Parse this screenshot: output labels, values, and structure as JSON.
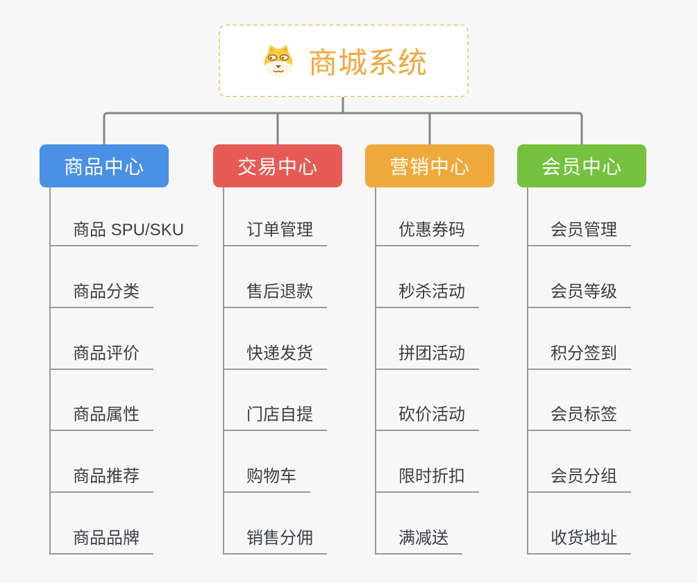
{
  "root": {
    "title": "商城系统",
    "title_color": "#F0A83E",
    "border_color": "#F3CD8D",
    "icon": "dog-face-icon"
  },
  "branches": [
    {
      "label": "商品中心",
      "color": "#4A90E4",
      "children": [
        "商品 SPU/SKU",
        "商品分类",
        "商品评价",
        "商品属性",
        "商品推荐",
        "商品品牌"
      ]
    },
    {
      "label": "交易中心",
      "color": "#E65B55",
      "children": [
        "订单管理",
        "售后退款",
        "快递发货",
        "门店自提",
        "购物车",
        "销售分佣"
      ]
    },
    {
      "label": "营销中心",
      "color": "#EFA93B",
      "children": [
        "优惠券码",
        "秒杀活动",
        "拼团活动",
        "砍价活动",
        "限时折扣",
        "满减送"
      ]
    },
    {
      "label": "会员中心",
      "color": "#74C23F",
      "children": [
        "会员管理",
        "会员等级",
        "积分签到",
        "会员标签",
        "会员分组",
        "收货地址"
      ]
    }
  ],
  "colors": {
    "background": "#F7F7F7",
    "top_connector": "#858585",
    "leaf_line": "#9A9A9A",
    "leaf_text": "#3B4046"
  }
}
